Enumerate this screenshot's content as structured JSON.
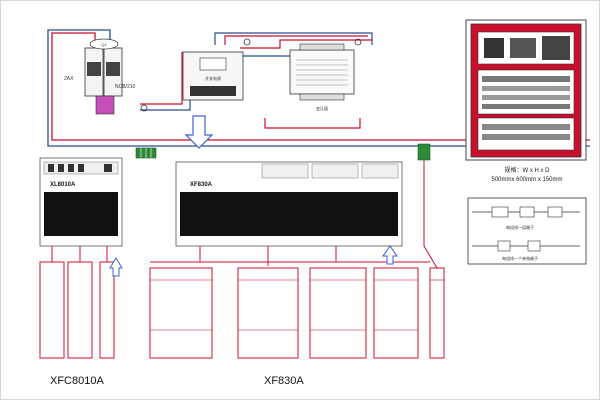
{
  "labels": {
    "breaker_a": "2AX",
    "breaker_b": "NCB/210",
    "breaker_top": "Q1",
    "psu_caption": "开关电源",
    "transformer_caption": "变压器",
    "module_left": "XL8010A",
    "module_right": "XF830A",
    "caption_left": "XFC8010A",
    "caption_right": "XF830A"
  },
  "cabinet": {
    "title": "规格：W x H x D",
    "dims": "500mmx 600mm x 150mm"
  },
  "legend": {
    "row1": "每组线一组端子",
    "row2": "每组线一个单独端子"
  },
  "colors": {
    "wire_red": "#c8102e",
    "wire_blue": "#2a4d8f",
    "arrow_blue": "#3b64c8",
    "terminal_green": "#2e8b3a"
  }
}
